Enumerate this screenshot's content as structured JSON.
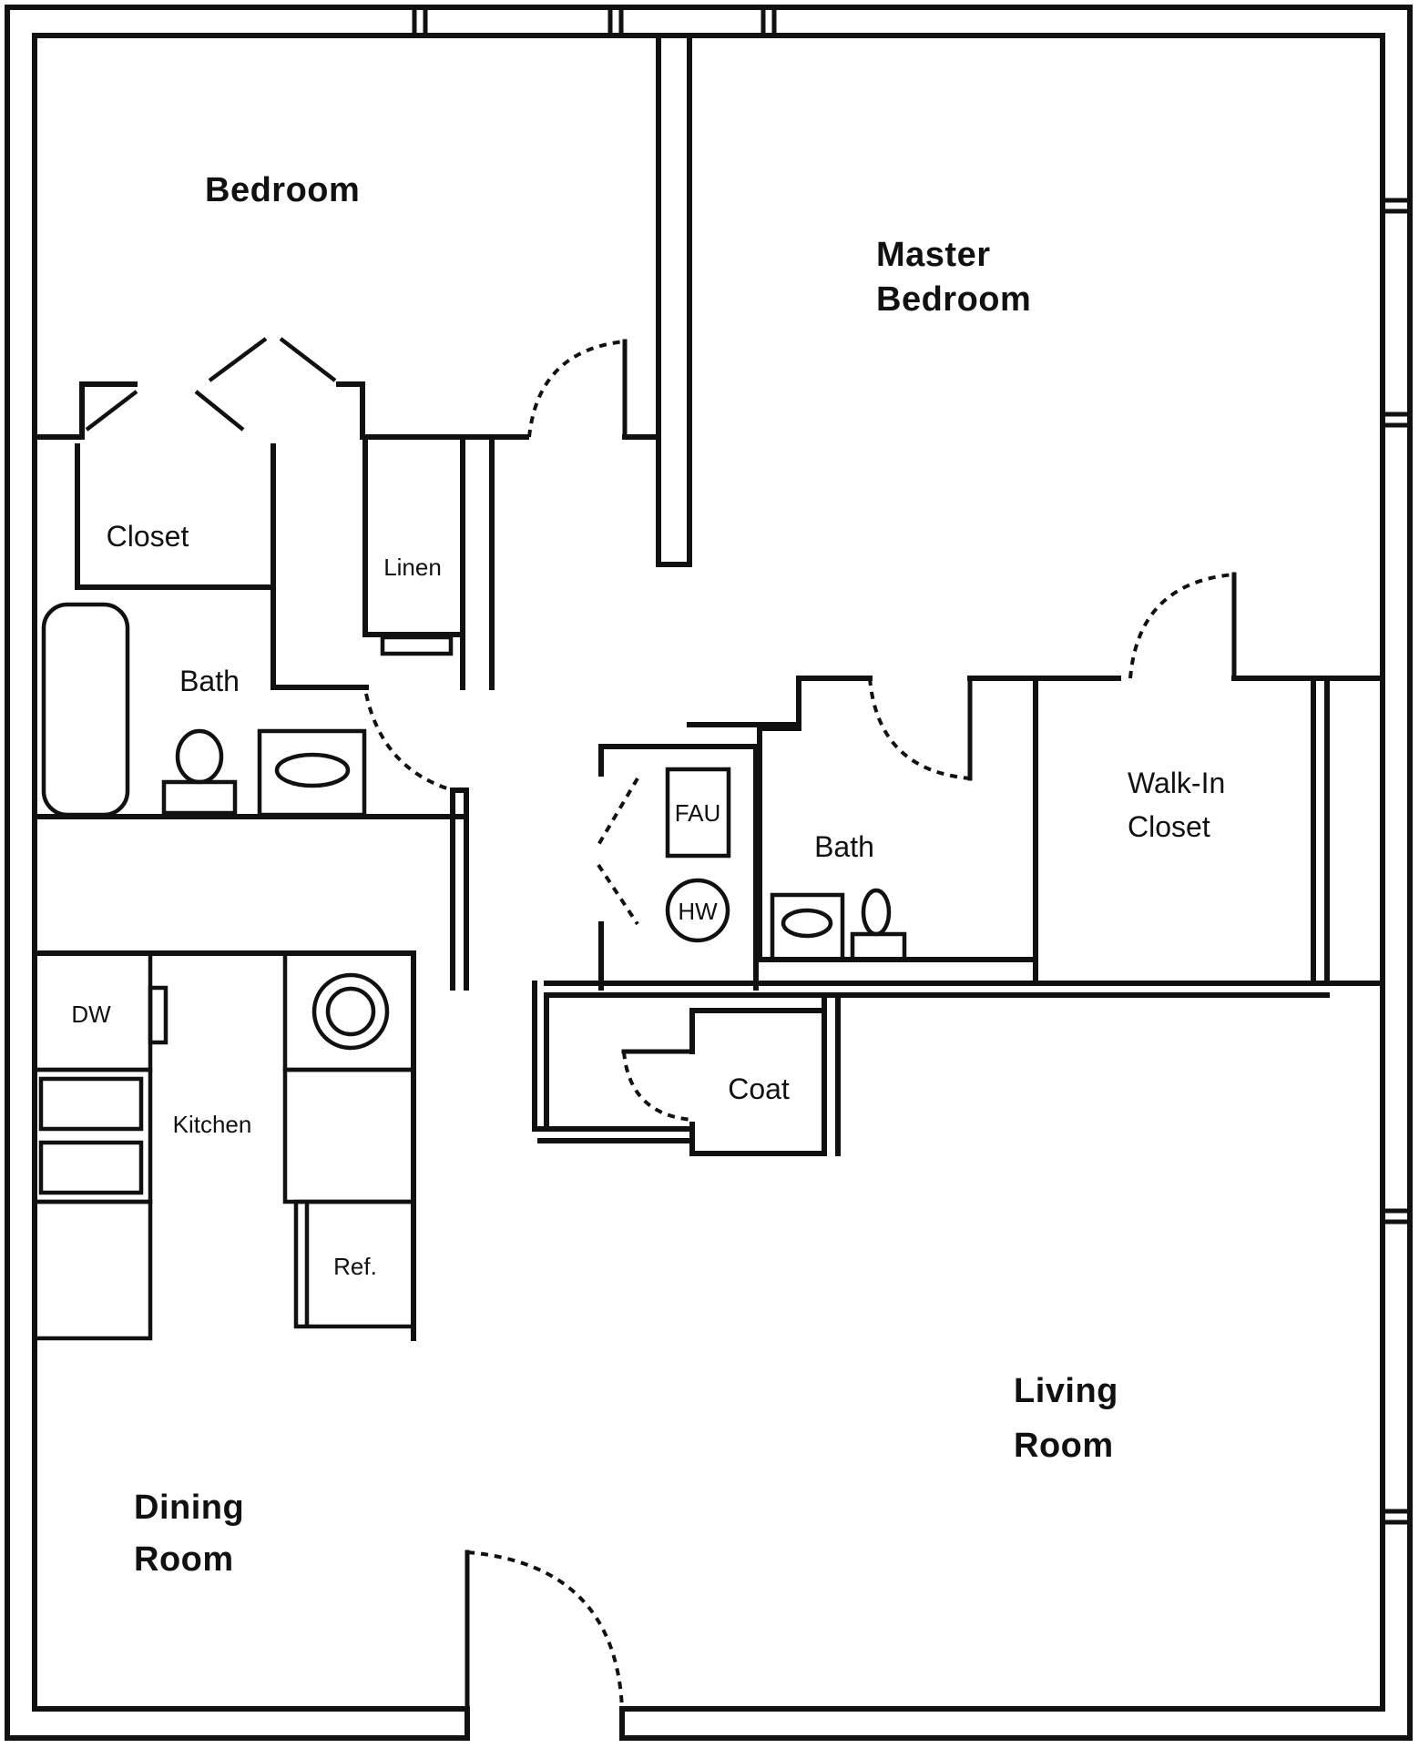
{
  "plan": {
    "background_color": "#ffffff",
    "line_color": "#111111",
    "labels": {
      "bedroom": "Bedroom",
      "master_bedroom": [
        "Master",
        "Bedroom"
      ],
      "closet": "Closet",
      "linen": "Linen",
      "bath_hall": "Bath",
      "fau": "FAU",
      "hw": "HW",
      "bath_master": "Bath",
      "walk_in_closet": [
        "Walk-In",
        "Closet"
      ],
      "coat": "Coat",
      "dw": "DW",
      "kitchen": "Kitchen",
      "ref": "Ref.",
      "dining_room": [
        "Dining",
        "Room"
      ],
      "living_room": [
        "Living",
        "Room"
      ]
    }
  }
}
